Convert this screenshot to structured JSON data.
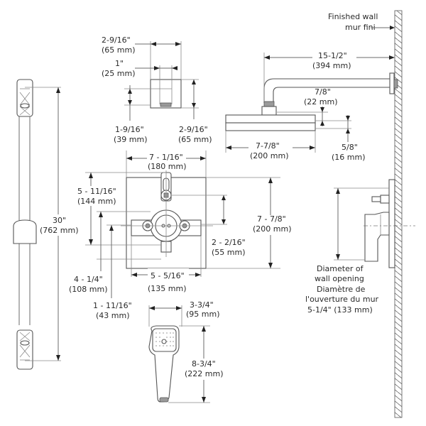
{
  "title": "Shower system dimensional drawing",
  "wall": {
    "label_en": "Finished wall",
    "label_fr": "mur fini"
  },
  "shower_arm": {
    "length_in": "15-1/2\"",
    "length_mm": "(394 mm)",
    "connector_in": "7/8\"",
    "connector_mm": "(22 mm)"
  },
  "rain_head": {
    "width_in": "7-7/8\"",
    "width_mm": "(200 mm)",
    "thickness_in": "5/8\"",
    "thickness_mm": "(16 mm)"
  },
  "wall_elbow": {
    "width_in": "2-9/16\"",
    "width_mm": "(65 mm)",
    "outlet_in": "1\"",
    "outlet_mm": "(25 mm)",
    "outlet_height_in": "1-9/16\"",
    "outlet_height_mm": "(39 mm)",
    "height_in": "2-9/16\"",
    "height_mm": "(65 mm)"
  },
  "valve_trim": {
    "plate_width_in": "7 - 1/16\"",
    "plate_width_mm": "(180 mm)",
    "plate_height_in": "7 - 7/8\"",
    "plate_height_mm": "(200 mm)",
    "upper_outlet_in": "5 - 11/16\"",
    "upper_outlet_mm": "(144 mm)",
    "body_center_in": "4 - 1/4\"",
    "body_center_mm": "(108 mm)",
    "lower_in": "1 - 11/16\"",
    "lower_mm": "(43 mm)",
    "inlet_spacing_in": "5 - 5/16\"",
    "inlet_spacing_mm": "(135 mm)",
    "outlet_offset_in": "2 - 2/16\"",
    "outlet_offset_mm": "(55 mm)"
  },
  "wall_opening": {
    "line1": "Diameter of",
    "line2": "wall opening",
    "line3": "Diamètre de",
    "line4": "l'ouverture du mur",
    "line5": "5-1/4\" (133 mm)"
  },
  "slide_bar": {
    "length_in": "30\"",
    "length_mm": "(762 mm)"
  },
  "hand_shower": {
    "width_in": "3-3/4\"",
    "width_mm": "(95 mm)",
    "length_in": "8-3/4\"",
    "length_mm": "(222 mm)"
  }
}
